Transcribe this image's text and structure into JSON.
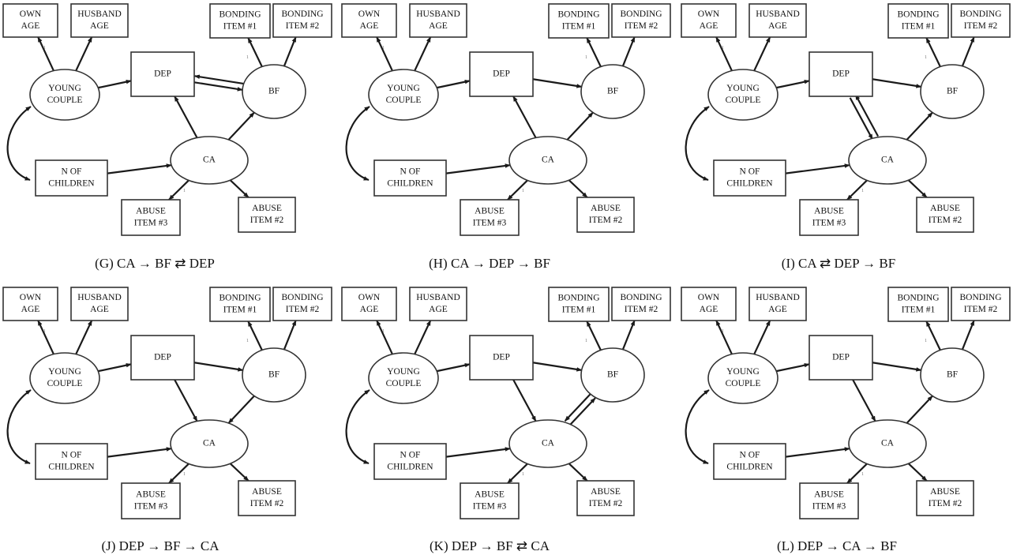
{
  "node_labels": {
    "own": [
      "OWN",
      "AGE"
    ],
    "husband": [
      "HUSBAND",
      "AGE"
    ],
    "bond1": [
      "BONDING",
      "ITEM #1"
    ],
    "bond2": [
      "BONDING",
      "ITEM #2"
    ],
    "young": [
      "YOUNG",
      "COUPLE"
    ],
    "dep": [
      "DEP"
    ],
    "bf": [
      "BF"
    ],
    "ca": [
      "CA"
    ],
    "nchild": [
      "N OF",
      "CHILDREN"
    ],
    "abuse3": [
      "ABUSE",
      "ITEM #3"
    ],
    "abuse2": [
      "ABUSE",
      "ITEM #2"
    ]
  },
  "loading_mark": "1",
  "panels": [
    {
      "id": "G",
      "caption": "(G) CA → BF ⇄ DEP",
      "structural": [
        [
          "young",
          "dep"
        ],
        [
          "nchild",
          "ca"
        ],
        [
          "ca",
          "dep"
        ],
        [
          "ca",
          "bf"
        ]
      ],
      "reciprocal": [
        [
          "dep",
          "bf"
        ]
      ]
    },
    {
      "id": "H",
      "caption": "(H) CA → DEP → BF",
      "structural": [
        [
          "young",
          "dep"
        ],
        [
          "nchild",
          "ca"
        ],
        [
          "ca",
          "dep"
        ],
        [
          "dep",
          "bf"
        ],
        [
          "ca",
          "bf"
        ]
      ],
      "reciprocal": []
    },
    {
      "id": "I",
      "caption": "(I) CA ⇄ DEP → BF",
      "structural": [
        [
          "young",
          "dep"
        ],
        [
          "nchild",
          "ca"
        ],
        [
          "dep",
          "bf"
        ],
        [
          "ca",
          "bf"
        ]
      ],
      "reciprocal": [
        [
          "dep",
          "ca"
        ]
      ]
    },
    {
      "id": "J",
      "caption": "(J) DEP → BF → CA",
      "structural": [
        [
          "young",
          "dep"
        ],
        [
          "nchild",
          "ca"
        ],
        [
          "dep",
          "bf"
        ],
        [
          "dep",
          "ca"
        ],
        [
          "bf",
          "ca"
        ]
      ],
      "reciprocal": []
    },
    {
      "id": "K",
      "caption": "(K) DEP → BF ⇄ CA",
      "structural": [
        [
          "young",
          "dep"
        ],
        [
          "nchild",
          "ca"
        ],
        [
          "dep",
          "bf"
        ],
        [
          "dep",
          "ca"
        ]
      ],
      "reciprocal": [
        [
          "bf",
          "ca"
        ]
      ]
    },
    {
      "id": "L",
      "caption": "(L) DEP → CA → BF",
      "structural": [
        [
          "young",
          "dep"
        ],
        [
          "nchild",
          "ca"
        ],
        [
          "dep",
          "bf"
        ],
        [
          "dep",
          "ca"
        ],
        [
          "ca",
          "bf"
        ]
      ],
      "reciprocal": []
    }
  ]
}
